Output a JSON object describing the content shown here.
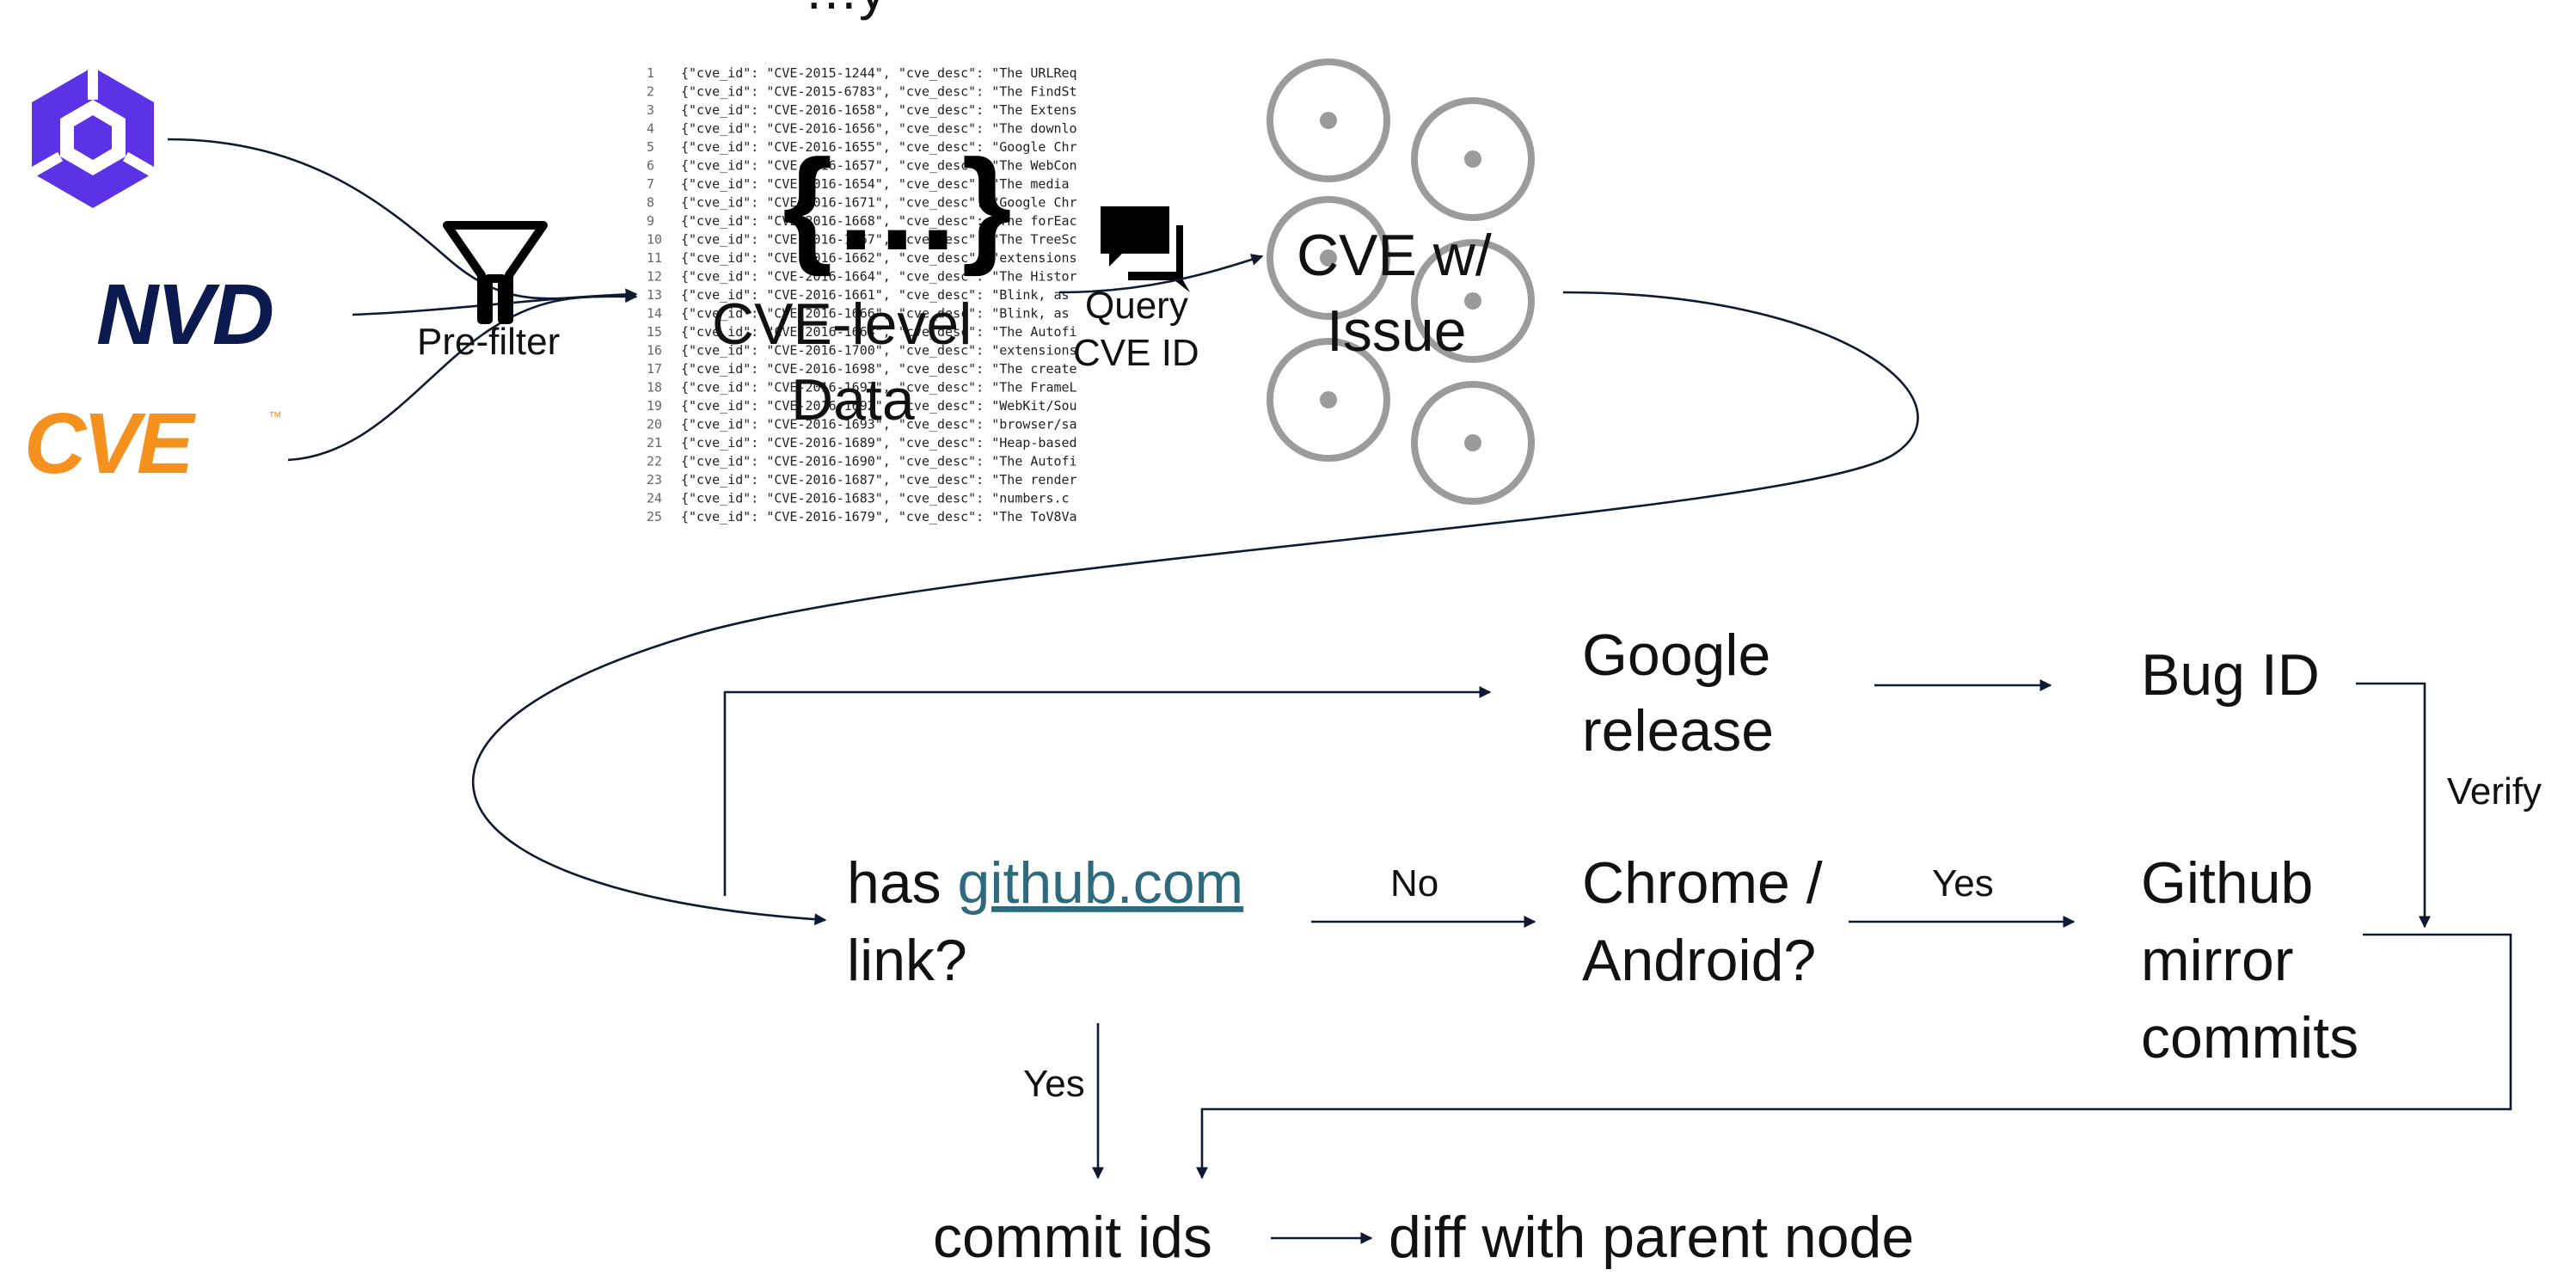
{
  "title_partial": "…y",
  "sources": {
    "nvd_logo_text": "NVD",
    "cve_logo_text": "CVE",
    "cve_logo_mark": "™",
    "hex_logo_icon": "hexagon-logo-icon"
  },
  "prefilter": {
    "label": "Pre-filter",
    "icon": "filter-icon"
  },
  "cve_data": {
    "label_line1": "CVE-level",
    "label_line2": "Data",
    "braces": "{…}",
    "rows": [
      {
        "n": "1",
        "text": "{\"cve_id\": \"CVE-2015-1244\", \"cve_desc\": \"The URLReq"
      },
      {
        "n": "2",
        "text": "{\"cve_id\": \"CVE-2015-6783\", \"cve_desc\": \"The FindSt"
      },
      {
        "n": "3",
        "text": "{\"cve_id\": \"CVE-2016-1658\", \"cve_desc\": \"The Extens"
      },
      {
        "n": "4",
        "text": "{\"cve_id\": \"CVE-2016-1656\", \"cve_desc\": \"The downlo"
      },
      {
        "n": "5",
        "text": "{\"cve_id\": \"CVE-2016-1655\", \"cve_desc\": \"Google Chr"
      },
      {
        "n": "6",
        "text": "{\"cve_id\": \"CVE-2016-1657\", \"cve_desc\": \"The WebCon"
      },
      {
        "n": "7",
        "text": "{\"cve_id\": \"CVE-2016-1654\", \"cve_desc\": \"The media"
      },
      {
        "n": "8",
        "text": "{\"cve_id\": \"CVE-2016-1671\", \"cve_desc\": \"Google Chr"
      },
      {
        "n": "9",
        "text": "{\"cve_id\": \"CVE-2016-1668\", \"cve_desc\": \"The forEac"
      },
      {
        "n": "10",
        "text": "{\"cve_id\": \"CVE-2016-1667\", \"cve_desc\": \"The TreeSc"
      },
      {
        "n": "11",
        "text": "{\"cve_id\": \"CVE-2016-1662\", \"cve_desc\": \"extensions"
      },
      {
        "n": "12",
        "text": "{\"cve_id\": \"CVE-2016-1664\", \"cve_desc\": \"The Histor"
      },
      {
        "n": "13",
        "text": "{\"cve_id\": \"CVE-2016-1661\", \"cve_desc\": \"Blink, as"
      },
      {
        "n": "14",
        "text": "{\"cve_id\": \"CVE-2016-1666\", \"cve_desc\": \"Blink, as"
      },
      {
        "n": "15",
        "text": "{\"cve_id\": \"CVE-2016-1663\", \"cve_desc\": \"The Autofi"
      },
      {
        "n": "16",
        "text": "{\"cve_id\": \"CVE-2016-1700\", \"cve_desc\": \"extensions"
      },
      {
        "n": "17",
        "text": "{\"cve_id\": \"CVE-2016-1698\", \"cve_desc\": \"The create"
      },
      {
        "n": "18",
        "text": "{\"cve_id\": \"CVE-2016-1697\", \"cve_desc\": \"The FrameL"
      },
      {
        "n": "19",
        "text": "{\"cve_id\": \"CVE-2016-1692\", \"cve_desc\": \"WebKit/Sou"
      },
      {
        "n": "20",
        "text": "{\"cve_id\": \"CVE-2016-1693\", \"cve_desc\": \"browser/sa"
      },
      {
        "n": "21",
        "text": "{\"cve_id\": \"CVE-2016-1689\", \"cve_desc\": \"Heap-based"
      },
      {
        "n": "22",
        "text": "{\"cve_id\": \"CVE-2016-1690\", \"cve_desc\": \"The Autofi"
      },
      {
        "n": "23",
        "text": "{\"cve_id\": \"CVE-2016-1687\", \"cve_desc\": \"The render"
      },
      {
        "n": "24",
        "text": "{\"cve_id\": \"CVE-2016-1683\", \"cve_desc\": \"numbers.c"
      },
      {
        "n": "25",
        "text": "{\"cve_id\": \"CVE-2016-1679\", \"cve_desc\": \"The ToV8Va"
      }
    ]
  },
  "query": {
    "line1": "Query",
    "line2": "CVE ID",
    "icon": "chat-bubbles-icon"
  },
  "cve_issue": {
    "line1": "CVE w/",
    "line2": "Issue"
  },
  "has_link": {
    "prefix": "has ",
    "link": "github.com",
    "suffix": "link?"
  },
  "google_release": {
    "line1": "Google",
    "line2": "release"
  },
  "bug_id": {
    "label": "Bug ID"
  },
  "chrome_android": {
    "line1": "Chrome /",
    "line2": "Android?"
  },
  "github_mirror": {
    "line1": "Github",
    "line2": "mirror",
    "line3": "commits"
  },
  "commit_ids": {
    "label": "commit ids"
  },
  "diff": {
    "label": "diff with parent node"
  },
  "edge_labels": {
    "no": "No",
    "yes_chrome": "Yes",
    "yes_link": "Yes",
    "verify": "Verify"
  },
  "colors": {
    "edge": "#0e1a33",
    "hex_logo": "#5b32e6",
    "nvd": "#0b1a4f",
    "cve_orange": "#f5921f",
    "link": "#2e6a7d",
    "circle": "#9b9b9b"
  }
}
